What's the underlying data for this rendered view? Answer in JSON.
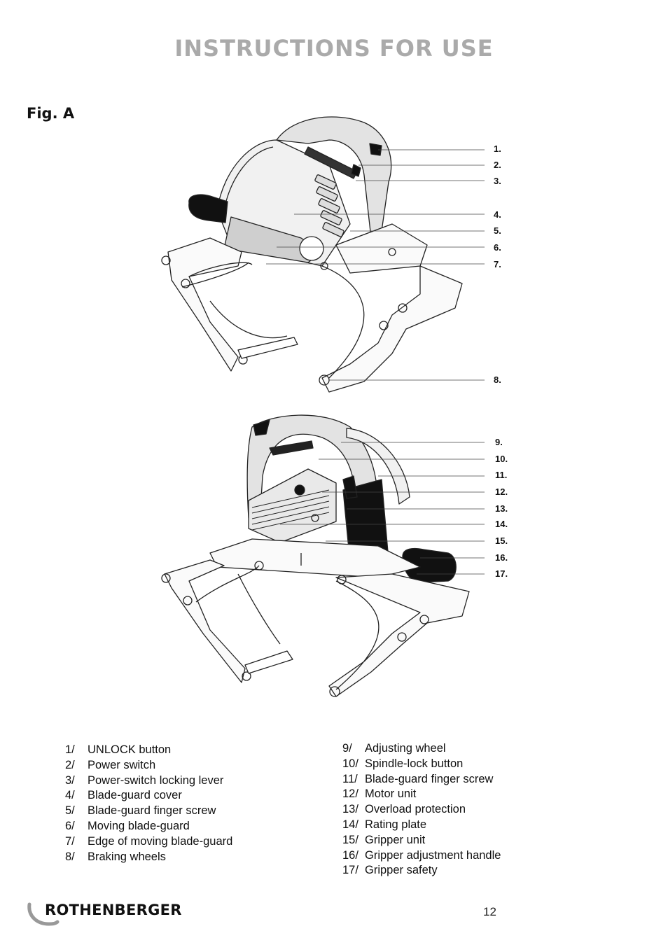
{
  "header": {
    "title": "INSTRUCTIONS FOR USE"
  },
  "figure": {
    "label": "Fig. A",
    "callouts_top": [
      "1.",
      "2.",
      "3.",
      "4.",
      "5.",
      "6.",
      "7.",
      "8."
    ],
    "callouts_bottom": [
      "9.",
      "10.",
      "11.",
      "12.",
      "13.",
      "14.",
      "15.",
      "16.",
      "17."
    ]
  },
  "legend": {
    "left": [
      {
        "num": "1/",
        "text": "UNLOCK button"
      },
      {
        "num": "2/",
        "text": "Power switch"
      },
      {
        "num": "3/",
        "text": "Power-switch locking lever"
      },
      {
        "num": "4/",
        "text": "Blade-guard cover"
      },
      {
        "num": "5/",
        "text": "Blade-guard finger screw"
      },
      {
        "num": "6/",
        "text": "Moving blade-guard"
      },
      {
        "num": "7/",
        "text": "Edge of moving blade-guard"
      },
      {
        "num": "8/",
        "text": "Braking wheels"
      }
    ],
    "right": [
      {
        "num": "9/",
        "text": "Adjusting wheel"
      },
      {
        "num": "10/",
        "text": "Spindle-lock button"
      },
      {
        "num": "11/",
        "text": "Blade-guard finger screw"
      },
      {
        "num": "12/",
        "text": "Motor unit"
      },
      {
        "num": "13/",
        "text": "Overload protection"
      },
      {
        "num": "14/",
        "text": "Rating plate"
      },
      {
        "num": "15/",
        "text": "Gripper unit"
      },
      {
        "num": "16/",
        "text": "Gripper adjustment handle"
      },
      {
        "num": "17/",
        "text": "Gripper safety"
      }
    ]
  },
  "footer": {
    "brand": "ROTHENBERGER",
    "page_number": "12"
  }
}
